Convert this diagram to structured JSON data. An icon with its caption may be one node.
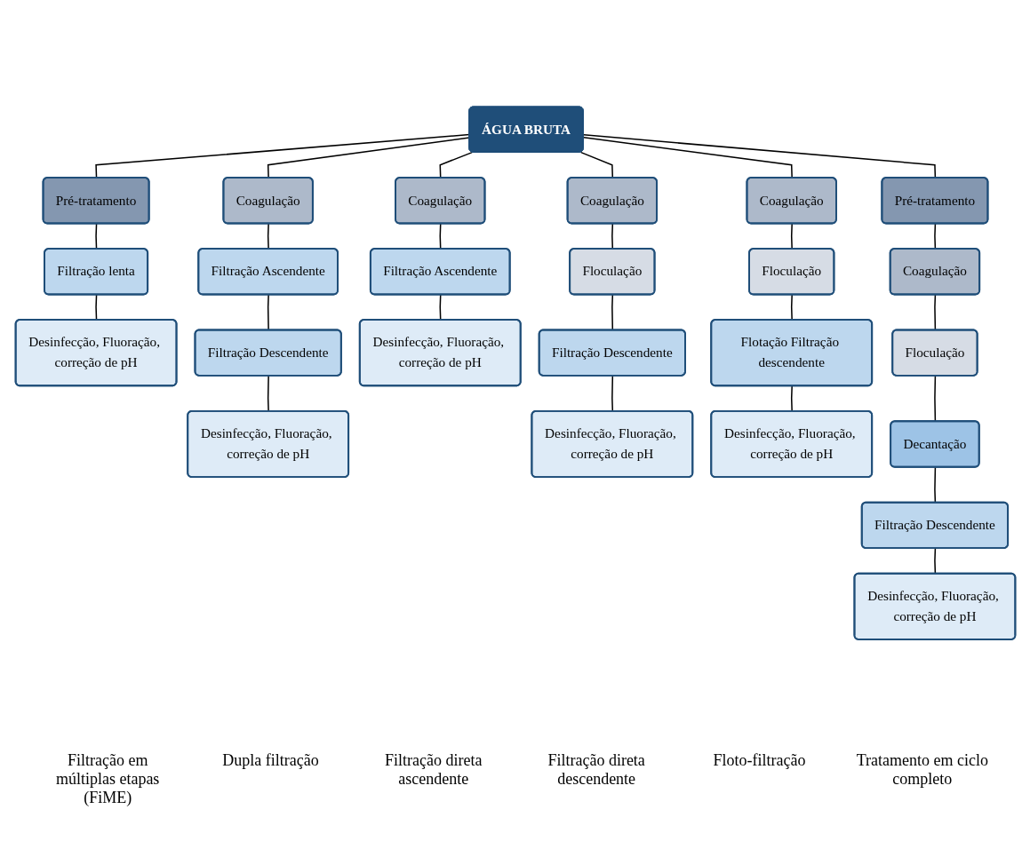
{
  "diagram": {
    "nodes": [
      {
        "text": [
          "ÁGUA BRUTA"
        ]
      },
      {
        "text": [
          "Pré-tratamento"
        ]
      },
      {
        "text": [
          "Filtração lenta"
        ]
      },
      {
        "text": [
          "Desinfecção, Fluoração, correção de pH"
        ]
      },
      {
        "text": [
          "Coagulação"
        ]
      },
      {
        "text": [
          "Filtração Ascendente"
        ]
      },
      {
        "text": [
          "Filtração Descendente"
        ]
      },
      {
        "text": [
          "Desinfecção, Fluoração, correção de pH"
        ]
      },
      {
        "text": [
          "Coagulação"
        ]
      },
      {
        "text": [
          "Filtração Ascendente"
        ]
      },
      {
        "text": [
          "Desinfecção, Fluoração, correção de pH"
        ]
      },
      {
        "text": [
          "Coagulação"
        ]
      },
      {
        "text": [
          "Floculação"
        ]
      },
      {
        "text": [
          "Filtração Descendente"
        ]
      },
      {
        "text": [
          "Desinfecção, Fluoração, correção de pH"
        ]
      },
      {
        "text": [
          "Coagulação"
        ]
      },
      {
        "text": [
          "Floculação"
        ]
      },
      {
        "text": [
          "Flotação Filtração descendente"
        ]
      },
      {
        "text": [
          "Desinfecção, Fluoração, correção de pH"
        ]
      },
      {
        "text": [
          "Pré-tratamento"
        ]
      },
      {
        "text": [
          "Coagulação"
        ]
      },
      {
        "text": [
          "Floculação"
        ]
      },
      {
        "text": [
          "Decantação"
        ]
      },
      {
        "text": [
          "Filtração Descendente"
        ]
      },
      {
        "text": [
          "Desinfecção, Fluoração, correção de pH"
        ]
      }
    ],
    "edges": [
      {
        "from": 0,
        "to": 1,
        "arrow": "none"
      },
      {
        "from": 1,
        "to": 2,
        "arrow": "none"
      },
      {
        "from": 2,
        "to": 3,
        "arrow": "none"
      },
      {
        "from": 0,
        "to": 4,
        "arrow": "none"
      },
      {
        "from": 4,
        "to": 5,
        "arrow": "none"
      },
      {
        "from": 5,
        "to": 6,
        "arrow": "none"
      },
      {
        "from": 6,
        "to": 7,
        "arrow": "none"
      },
      {
        "from": 0,
        "to": 8,
        "arrow": "none"
      },
      {
        "from": 8,
        "to": 9,
        "arrow": "none"
      },
      {
        "from": 9,
        "to": 10,
        "arrow": "none"
      },
      {
        "from": 0,
        "to": 11,
        "arrow": "none"
      },
      {
        "from": 11,
        "to": 12,
        "arrow": "none"
      },
      {
        "from": 12,
        "to": 13,
        "arrow": "none"
      },
      {
        "from": 13,
        "to": 14,
        "arrow": "none"
      },
      {
        "from": 0,
        "to": 15,
        "arrow": "none"
      },
      {
        "from": 15,
        "to": 16,
        "arrow": "none"
      },
      {
        "from": 16,
        "to": 17,
        "arrow": "none"
      },
      {
        "from": 17,
        "to": 18,
        "arrow": "none"
      },
      {
        "from": 0,
        "to": 19,
        "arrow": "none"
      },
      {
        "from": 19,
        "to": 20,
        "arrow": "none"
      },
      {
        "from": 20,
        "to": 21,
        "arrow": "none"
      },
      {
        "from": 21,
        "to": 22,
        "arrow": "none"
      },
      {
        "from": 22,
        "to": 23,
        "arrow": "none"
      },
      {
        "from": 23,
        "to": 24,
        "arrow": "none"
      }
    ],
    "labels": [
      "Filtração em múltiplas etapas (FiME)",
      "Dupla filtração",
      "Filtração direta ascendente",
      "Filtração direta descendente",
      "Floto-filtração",
      "Tratamento em ciclo completo"
    ]
  }
}
